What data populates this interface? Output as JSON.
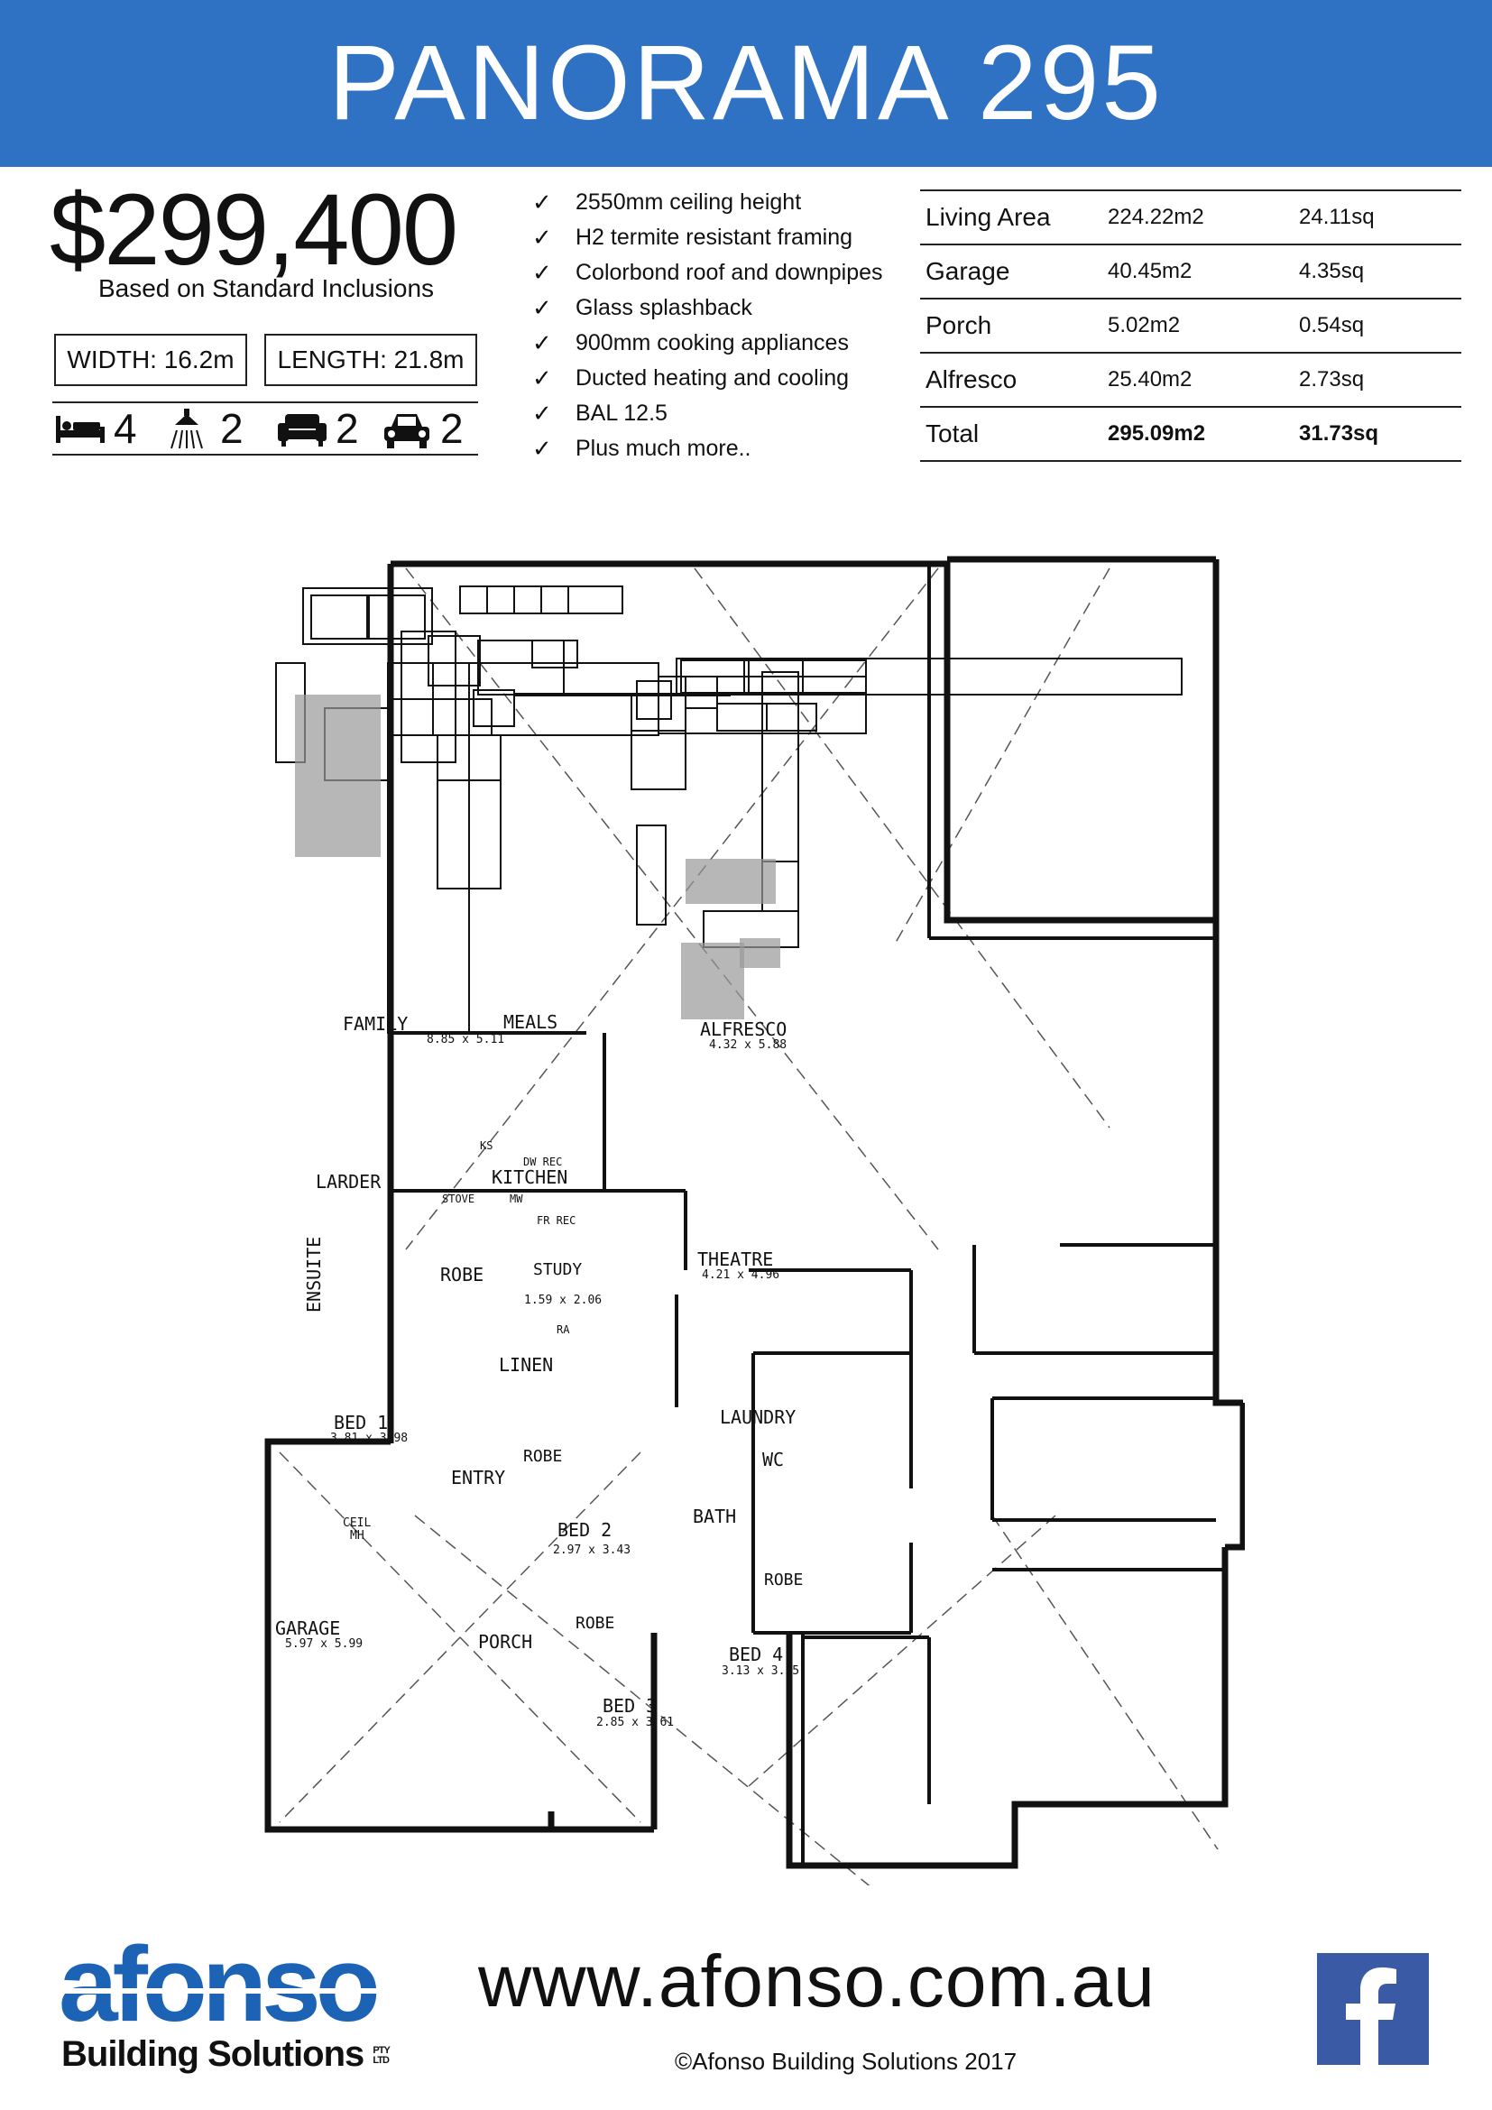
{
  "header": {
    "title": "PANORAMA 295"
  },
  "pricing": {
    "price": "$299,400",
    "subtitle": "Based on Standard Inclusions"
  },
  "dimensions": {
    "width": "WIDTH: 16.2m",
    "length": "LENGTH: 21.8m"
  },
  "amenities": [
    {
      "icon": "bed-icon",
      "count": "4"
    },
    {
      "icon": "shower-icon",
      "count": "2"
    },
    {
      "icon": "sofa-icon",
      "count": "2"
    },
    {
      "icon": "car-icon",
      "count": "2"
    }
  ],
  "features": [
    "2550mm ceiling height",
    "H2 termite resistant framing",
    "Colorbond roof and downpipes",
    "Glass splashback",
    "900mm cooking appliances",
    "Ducted heating and cooling",
    "BAL 12.5",
    "Plus much more.."
  ],
  "areas": [
    {
      "name": "Living Area",
      "m2": "224.22m2",
      "sq": "24.11sq"
    },
    {
      "name": "Garage",
      "m2": "40.45m2",
      "sq": "4.35sq"
    },
    {
      "name": "Porch",
      "m2": "5.02m2",
      "sq": "0.54sq"
    },
    {
      "name": "Alfresco",
      "m2": "25.40m2",
      "sq": "2.73sq"
    },
    {
      "name": "Total",
      "m2": "295.09m2",
      "sq": "31.73sq"
    }
  ],
  "floorplan": {
    "family": "FAMILY",
    "family_dim": "8.85 x 5.11",
    "meals": "MEALS",
    "alfresco": "ALFRESCO",
    "alfresco_dim": "4.32 x 5.88",
    "larder": "LARDER",
    "kitchen": "KITCHEN",
    "ks": "KS",
    "dw_rec": "DW REC",
    "stove": "STOVE",
    "mw": "MW",
    "fr_rec": "FR REC",
    "theatre": "THEATRE",
    "theatre_dim": "4.21 x 4.96",
    "ensuite": "ENSUITE",
    "robe": "ROBE",
    "study": "STUDY",
    "study_dim": "1.59 x 2.06",
    "ra": "RA",
    "linen": "LINEN",
    "laundry": "LAUNDRY",
    "wc": "WC",
    "bed1": "BED 1",
    "bed1_dim": "3.81 x 3.98",
    "entry": "ENTRY",
    "bed2": "BED 2",
    "bed2_dim": "2.97 x 3.43",
    "bath": "BATH",
    "robe_bath": "ROBE",
    "robe_bed2": "ROBE",
    "ceil": "CEIL",
    "mh": "MH",
    "garage": "GARAGE",
    "garage_dim": "5.97 x 5.99",
    "porch": "PORCH",
    "robe_bed3": "ROBE",
    "bed4": "BED 4",
    "bed4_dim": "3.13 x 3.25",
    "bed3": "BED 3",
    "bed3_dim": "2.85 x 3.61"
  },
  "footer": {
    "logo_text": "afonso",
    "logo_sub": "Building Solutions",
    "logo_pty": "PTY LTD",
    "website": "www.afonso.com.au",
    "copyright": "©Afonso Building Solutions 2017"
  },
  "colors": {
    "header_bg": "#2f72c4",
    "logo_blue": "#1d63b5",
    "facebook": "#3b5aa6"
  }
}
